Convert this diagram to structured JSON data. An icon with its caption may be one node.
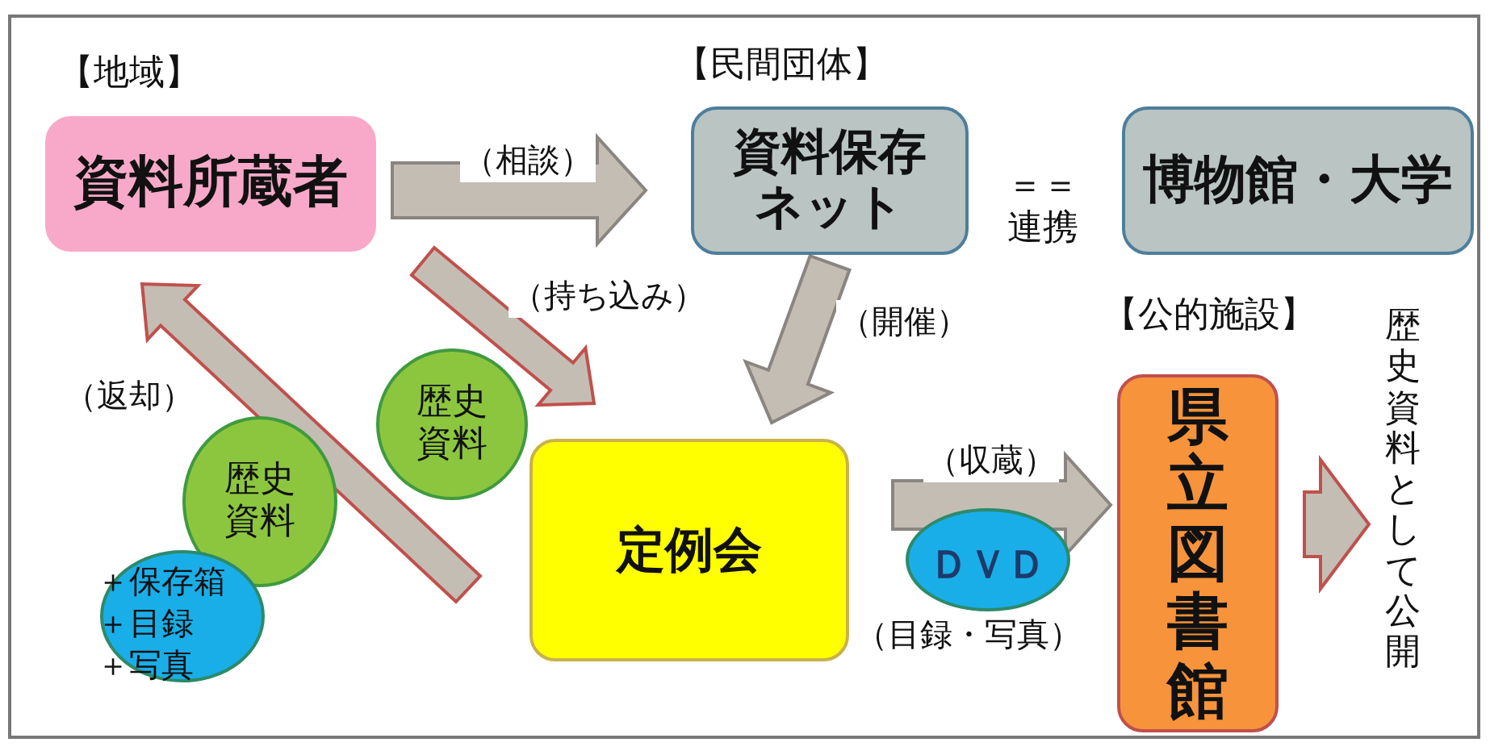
{
  "diagram": {
    "nodes": [
      {
        "text": [
          "【地域】",
          "資料所蔵者"
        ]
      },
      {
        "text": [
          "【民間団体】",
          "資料保存ネット"
        ]
      },
      {
        "text": [
          "博物館・大学"
        ]
      },
      {
        "text": [
          "定例会"
        ]
      },
      {
        "text": [
          "【公的施設】",
          "県立図書館"
        ]
      },
      {
        "text": [
          "歴史資料として公開"
        ]
      },
      {
        "text": [
          "歴史資料"
        ]
      },
      {
        "text": [
          "歴史資料"
        ]
      },
      {
        "text": [
          "＋保存箱",
          "＋目録",
          "＋写真"
        ]
      },
      {
        "text": [
          "ＤＶＤ",
          "（目録・写真）"
        ]
      }
    ],
    "edges": [
      {
        "from": 0,
        "to": 1,
        "arrow": "to",
        "label": "（相談）"
      },
      {
        "from": 0,
        "to": 3,
        "arrow": "to",
        "label": "（持ち込み）",
        "color": "#c0504d"
      },
      {
        "from": 3,
        "to": 0,
        "arrow": "to",
        "label": "（返却）",
        "color": "#c0504d"
      },
      {
        "from": 1,
        "to": 3,
        "arrow": "to",
        "label": "（開催）"
      },
      {
        "from": 3,
        "to": 4,
        "arrow": "to",
        "label": "（収蔵）"
      },
      {
        "from": 4,
        "to": 5,
        "arrow": "to",
        "color": "#c0504d"
      }
    ],
    "labels": [
      "＝＝",
      "連携"
    ]
  }
}
